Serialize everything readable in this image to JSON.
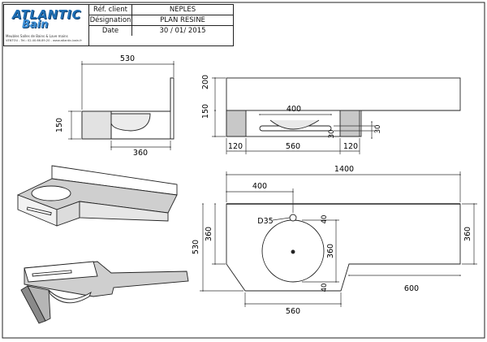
{
  "title_block": {
    "logo": {
      "brand": "ATLANTIC",
      "brand_sub": "Bain",
      "tagline": "Meubles Salles de Bains & Lave mains",
      "address": "VENTOU - Tel.: 02.40.66.89.20 - www.atlantic-bain.fr"
    },
    "rows": [
      {
        "label": "Réf. client",
        "value": "NEPLES"
      },
      {
        "label": "Désignation",
        "value": "PLAN RESINE"
      },
      {
        "label": "Date",
        "value": "30 / 01/ 2015"
      }
    ]
  },
  "dimensions": {
    "side_width": "530",
    "side_height": "150",
    "side_basin": "360",
    "front_height_top": "200",
    "front_height_bottom": "150",
    "front_slot": "400",
    "front_left": "120",
    "front_mid": "560",
    "front_right": "120",
    "front_lip_1": "30",
    "front_lip_2": "30",
    "plan_total": "1400",
    "plan_offset": "400",
    "plan_hole": "D35",
    "plan_depth": "530",
    "plan_left_360": "360",
    "plan_right_360": "360",
    "plan_basin_360": "360",
    "plan_40_top": "40",
    "plan_40_bottom": "40",
    "plan_600": "600",
    "plan_560": "560"
  },
  "colors": {
    "line": "#222222",
    "dim_line": "#333333",
    "hatch": "#bfbfbf",
    "brand": "#1f6fb5"
  }
}
